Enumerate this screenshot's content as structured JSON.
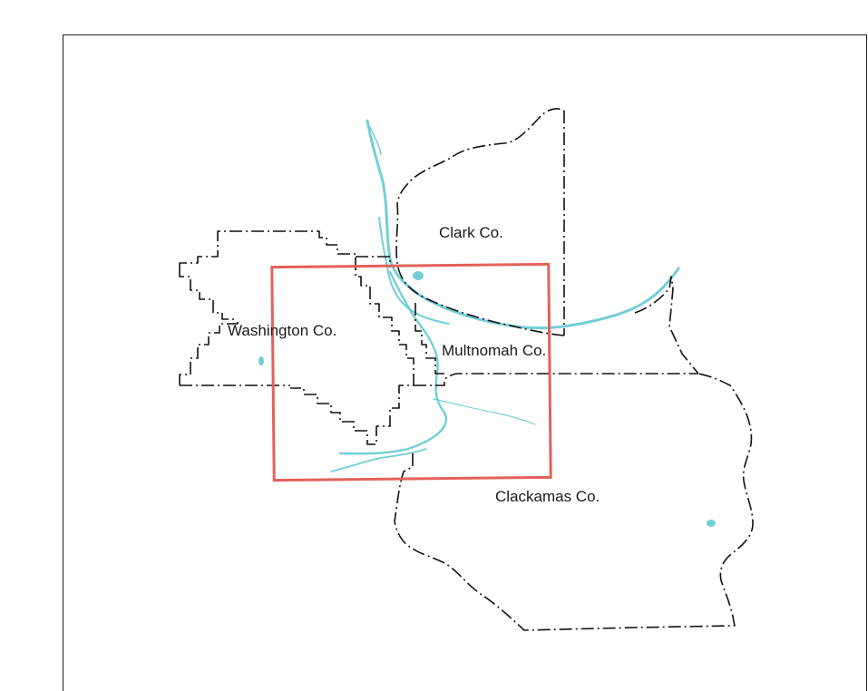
{
  "map": {
    "counties": {
      "clark": "Clark Co.",
      "washington": "Washington Co.",
      "multnomah": "Multnomah Co.",
      "clackamas": "Clackamas Co."
    },
    "colors": {
      "boundary": "#111111",
      "water": "#5cc6cf",
      "study_area": "#e4605a",
      "background": "#ffffff"
    },
    "line_styles": {
      "county_boundary": "dash-dot",
      "study_area": "solid rectangle"
    }
  }
}
